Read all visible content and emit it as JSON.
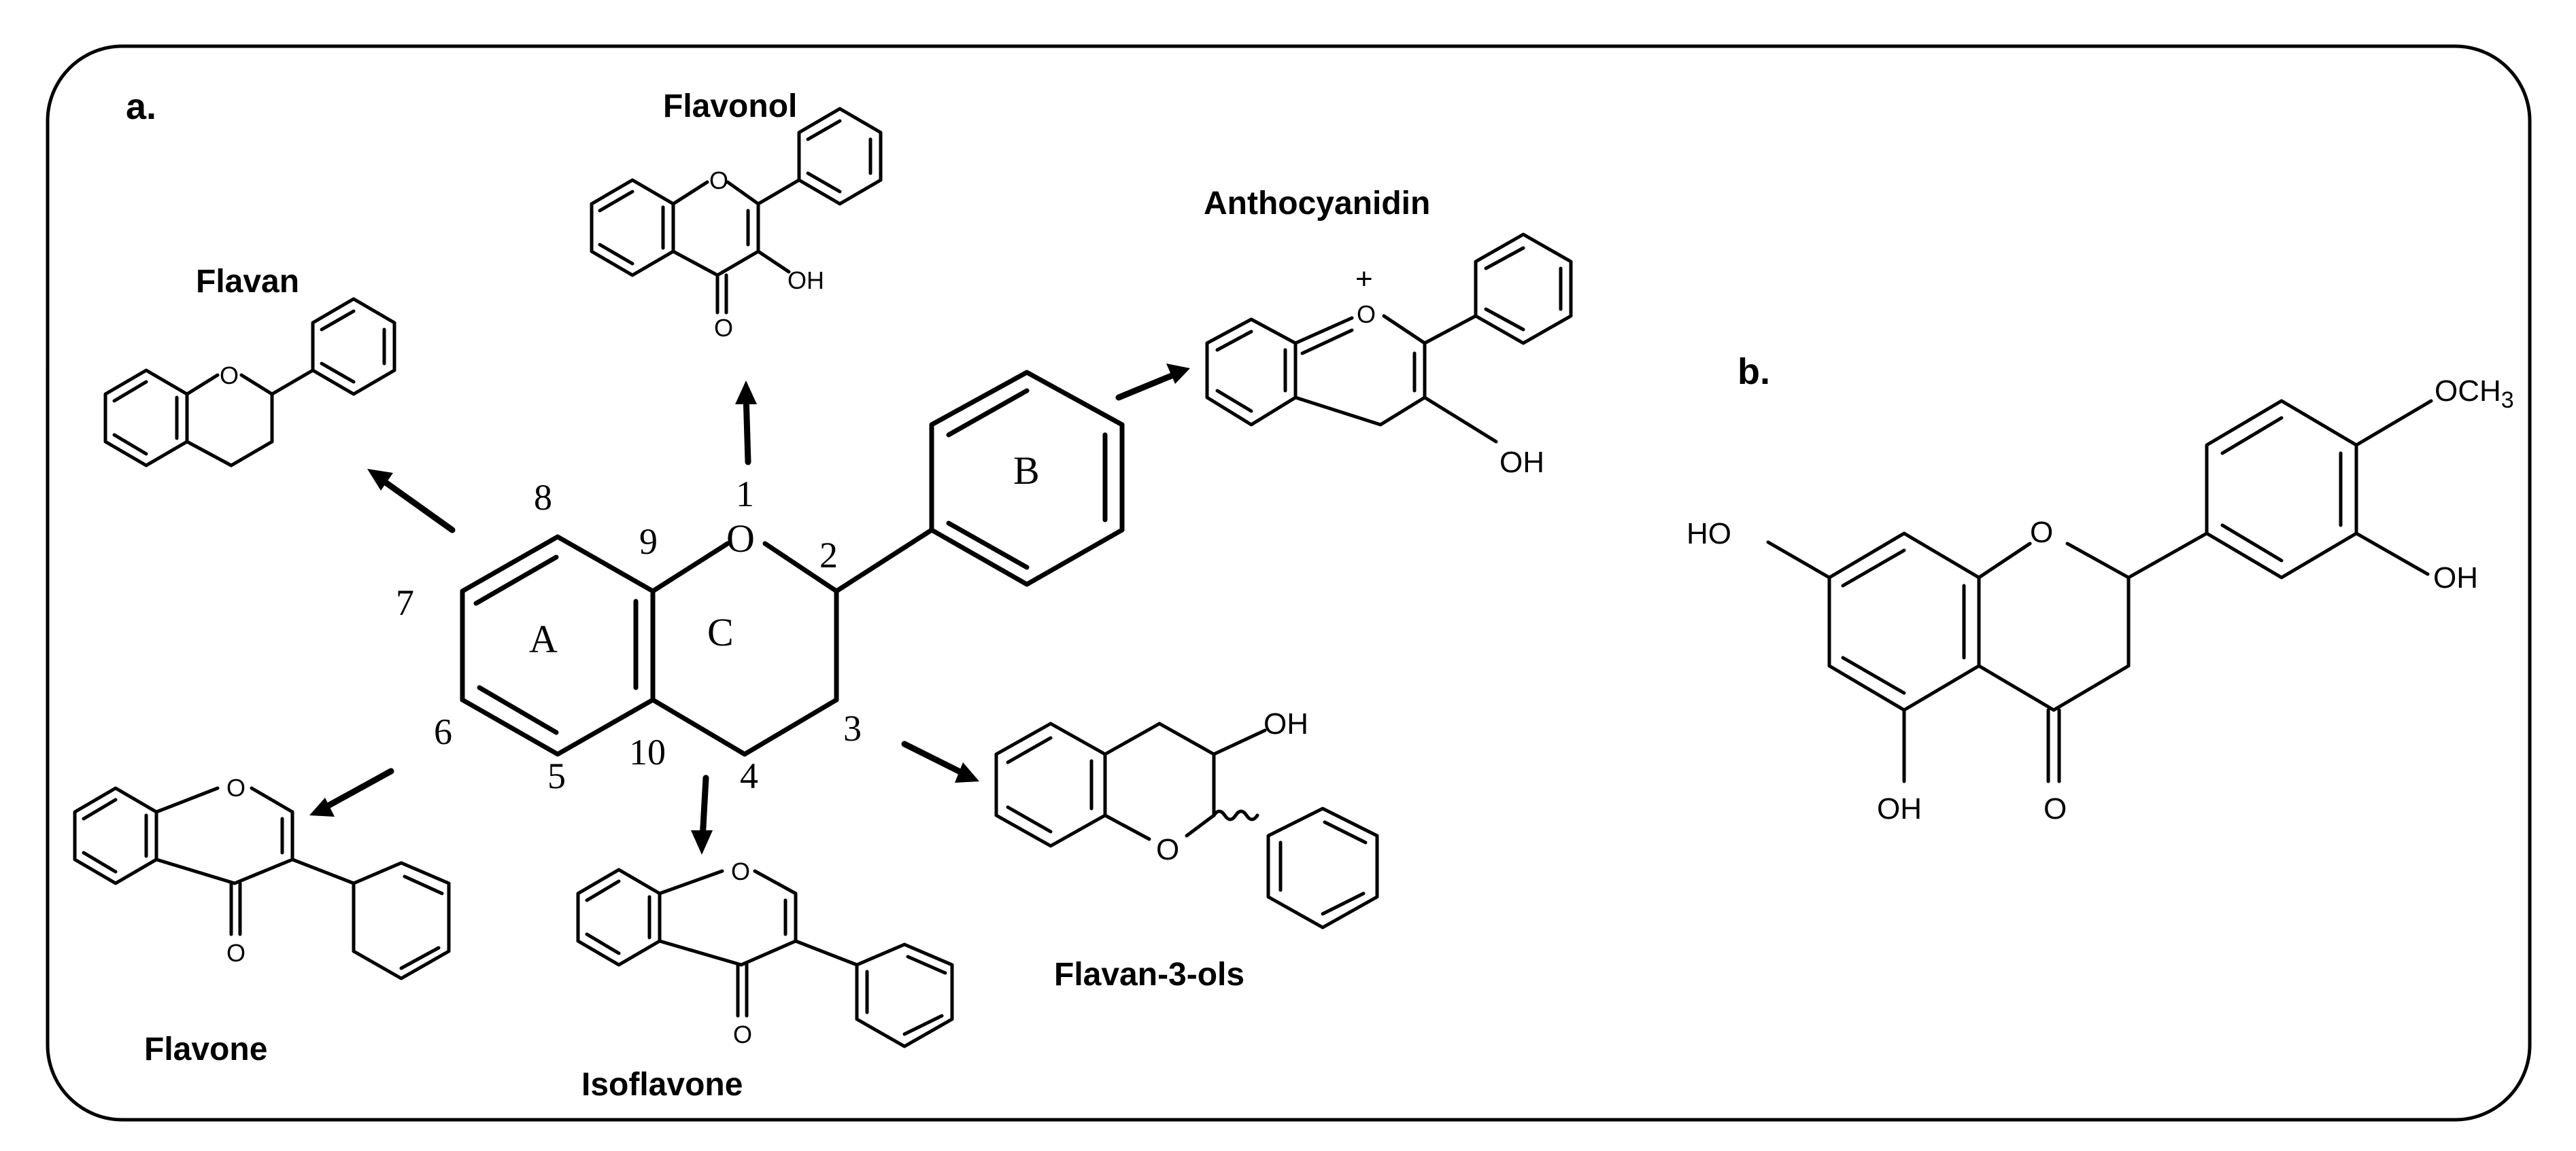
{
  "panels": {
    "a": {
      "label": "a.",
      "core": {
        "position_numbers": [
          "1",
          "2",
          "3",
          "4",
          "5",
          "6",
          "7",
          "8",
          "9",
          "10"
        ],
        "ring_labels": [
          "A",
          "B",
          "C"
        ],
        "oxygen": "O"
      },
      "derivatives": {
        "flavonol": {
          "title": "Flavonol",
          "o_ring": "O",
          "o_carbonyl": "O",
          "oh": "OH"
        },
        "anthocyanidin": {
          "title": "Anthocyanidin",
          "o_ring": "O",
          "charge": "+",
          "oh": "OH"
        },
        "flavan": {
          "title": "Flavan",
          "o_ring": "O"
        },
        "flavone": {
          "title": "Flavone",
          "o_ring": "O",
          "o_carbonyl": "O"
        },
        "isoflavone": {
          "title": "Isoflavone",
          "o_ring": "O",
          "o_carbonyl": "O"
        },
        "flavan3ols": {
          "title": "Flavan-3-ols",
          "o_ring": "O",
          "oh": "OH"
        }
      }
    },
    "b": {
      "label": "b.",
      "molecule": {
        "ho_left": "HO",
        "o_ring": "O",
        "methoxy": "OCH",
        "methoxy_sub": "3",
        "oh_right": "OH",
        "oh_bottom": "OH",
        "o_carbonyl": "O"
      }
    }
  }
}
